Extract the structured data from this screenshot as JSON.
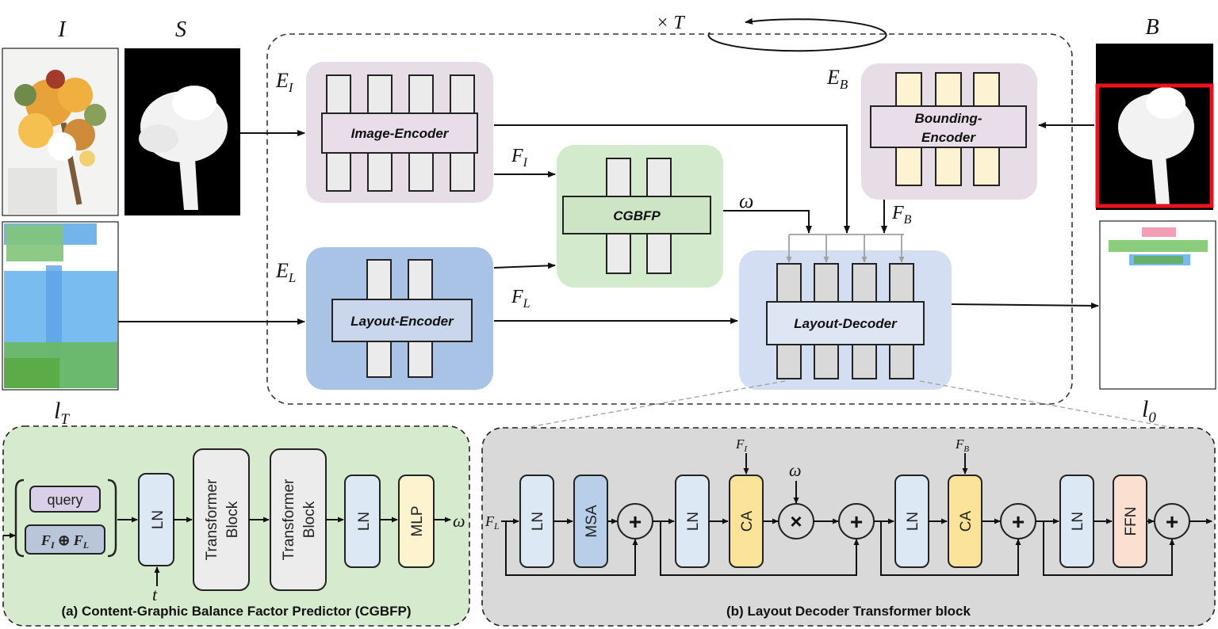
{
  "top": {
    "iterations": "× T",
    "image_label": "I",
    "saliency_label": "S",
    "box_label": "B",
    "input_layout_label_base": "l",
    "input_layout_label_sub": "T",
    "output_layout_label_base": "l",
    "output_layout_label_sub": "0",
    "ei_base": "E",
    "ei_sub": "I",
    "el_base": "E",
    "el_sub": "L",
    "eb_base": "E",
    "eb_sub": "B",
    "fi_base": "F",
    "fi_sub": "I",
    "fl_base": "F",
    "fl_sub": "L",
    "fb_base": "F",
    "fb_sub": "B",
    "omega": "ω",
    "image_encoder": "Image-Encoder",
    "layout_encoder": "Layout-Encoder",
    "bounding_encoder_line1": "Bounding-",
    "bounding_encoder_line2": "Encoder",
    "cgbfp": "CGBFP",
    "layout_decoder": "Layout-Decoder"
  },
  "panel_a": {
    "query": "query",
    "concat_f1": "F",
    "concat_s1": "I",
    "concat_op": " ⊕ ",
    "concat_f2": "F",
    "concat_s2": "L",
    "ln1": "LN",
    "tb1_line1": "Transformer",
    "tb1_line2": "Block",
    "tb2_line1": "Transformer",
    "tb2_line2": "Block",
    "ln2": "LN",
    "mlp": "MLP",
    "t": "t",
    "omega": "ω",
    "caption": "(a) Content-Graphic Balance Factor Predictor (CGBFP)"
  },
  "panel_b": {
    "fl_base": "F",
    "fl_sub": "L",
    "fi_base": "F",
    "fi_sub": "I",
    "fb_base": "F",
    "fb_sub": "B",
    "omega": "ω",
    "ln": "LN",
    "msa": "MSA",
    "ca": "CA",
    "ffn": "FFN",
    "plus": "+",
    "times": "×",
    "caption": "(b) Layout Decoder Transformer block"
  },
  "colors": {
    "image_encoder_bg": "#e6dde6",
    "layout_encoder_bg": "#a9c3e6",
    "bounding_encoder_bg": "#e6dde6",
    "cgbfp_bg": "#d3ebcc",
    "layout_decoder_bg": "#d3def2",
    "panel_a_bg": "#d6ebcd",
    "panel_b_bg": "#d9d9d9",
    "ln_fill": "#dde8f5",
    "msa_fill": "#b8cfe9",
    "ca_fill": "#fbe49a",
    "ffn_fill": "#fbe0d2",
    "mlp_fill": "#fdf3cf",
    "query_fill": "#d9cfe8",
    "concat_fill": "#b9c6d9"
  }
}
